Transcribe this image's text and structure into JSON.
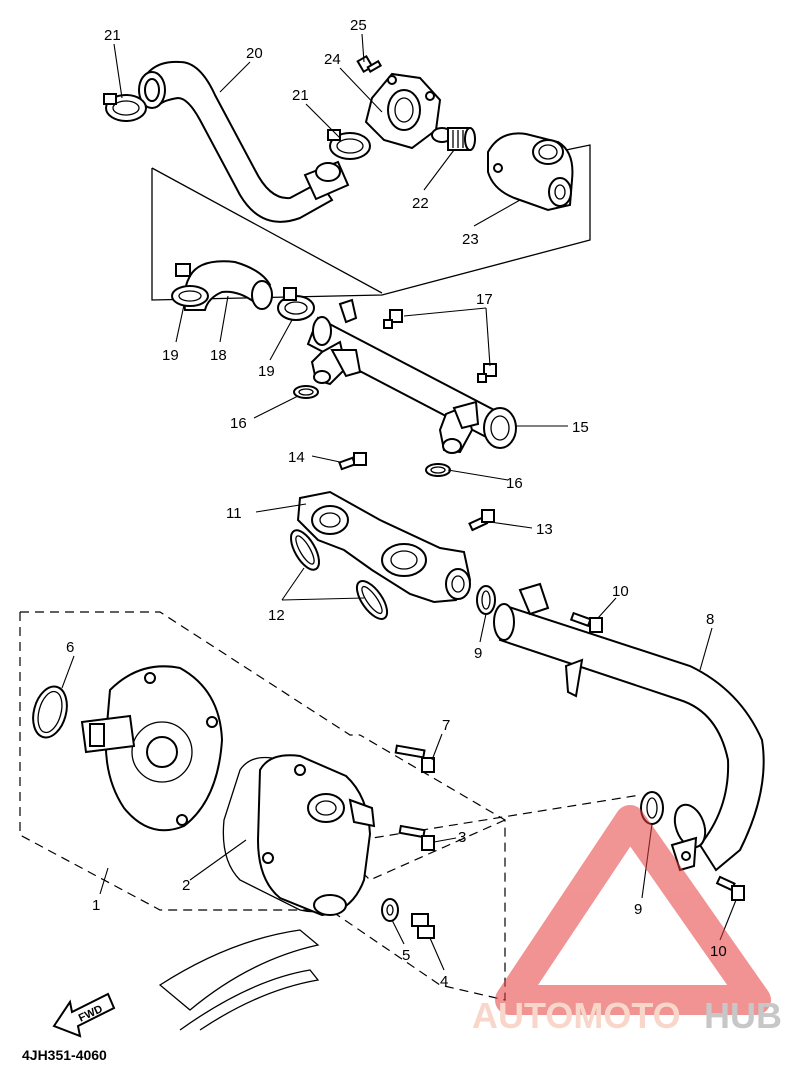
{
  "diagram_code": "4JH351-4060",
  "fwd_label": "FWD",
  "watermark": {
    "part1": "AUTOMOTO",
    "part2": "HUB",
    "accent_color": "#e63c3c",
    "text_color": "#f3b8a0",
    "hub_color": "#9a9a9a"
  },
  "callouts": {
    "c1": "1",
    "c2": "2",
    "c3": "3",
    "c4": "4",
    "c5": "5",
    "c6": "6",
    "c7": "7",
    "c8": "8",
    "c9a": "9",
    "c9b": "9",
    "c10a": "10",
    "c10b": "10",
    "c11": "11",
    "c12": "12",
    "c13": "13",
    "c14": "14",
    "c15": "15",
    "c16a": "16",
    "c16b": "16",
    "c17": "17",
    "c18": "18",
    "c19a": "19",
    "c19b": "19",
    "c20": "20",
    "c21a": "21",
    "c21b": "21",
    "c22": "22",
    "c23": "23",
    "c24": "24",
    "c25": "25"
  }
}
